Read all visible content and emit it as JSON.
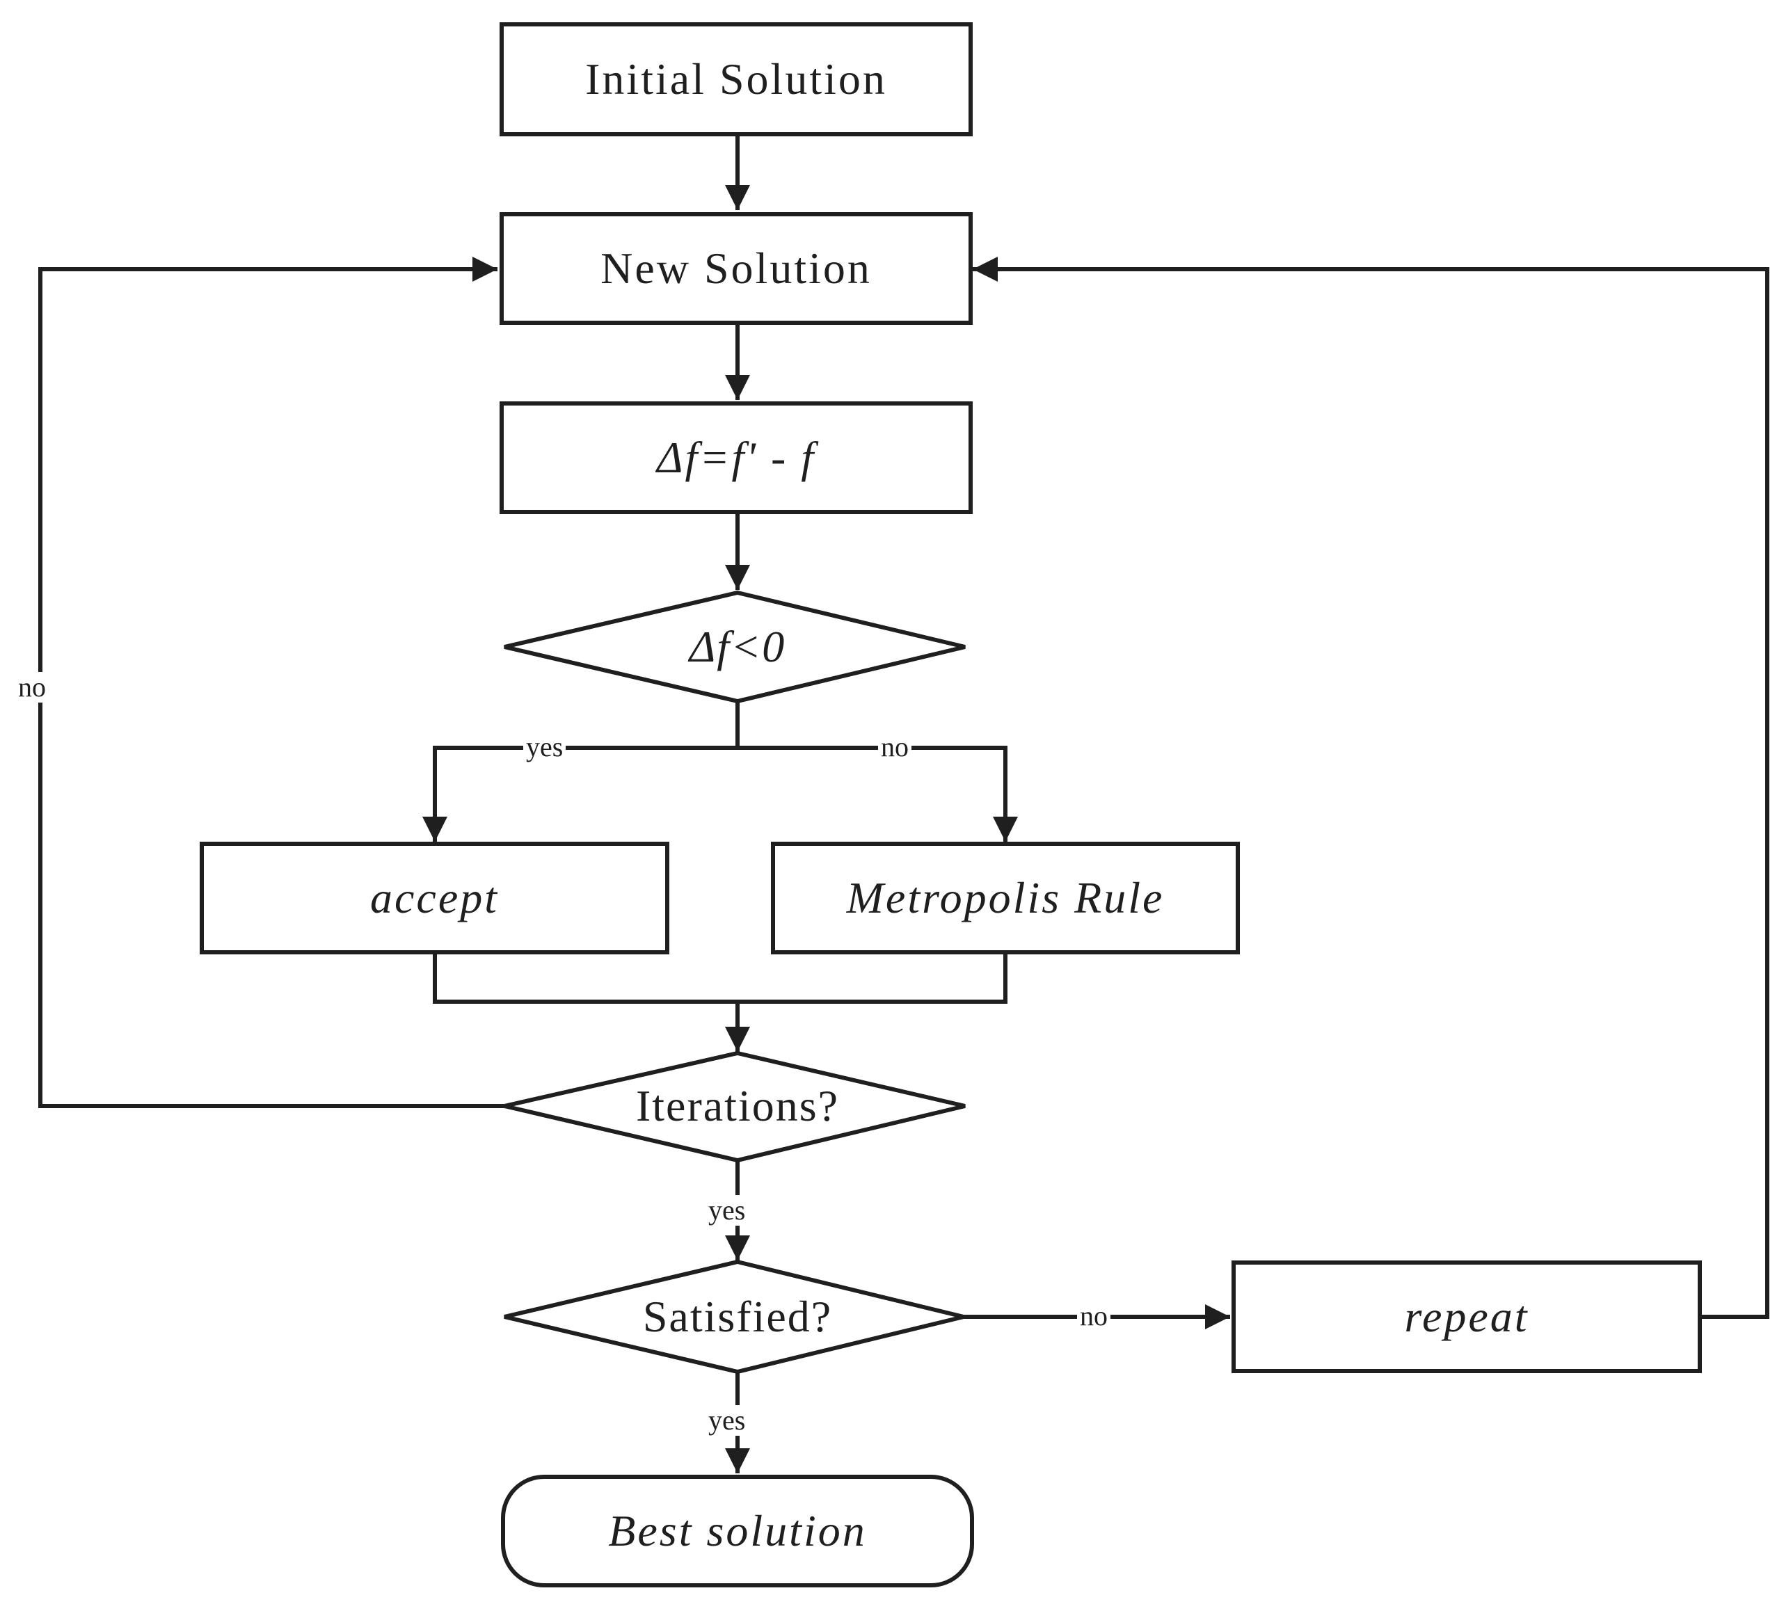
{
  "nodes": {
    "initial": "Initial Solution",
    "new_solution": "New Solution",
    "delta": "Δf=f' - f",
    "decision_delta": "Δf<0",
    "accept": "accept",
    "metropolis": "Metropolis Rule",
    "iterations": "Iterations?",
    "satisfied": "Satisfied?",
    "repeat": "repeat",
    "best": "Best solution"
  },
  "edge_labels": {
    "delta_yes": "yes",
    "delta_no": "no",
    "iterations_no": "no",
    "iterations_yes": "yes",
    "satisfied_no": "no",
    "satisfied_yes": "yes"
  },
  "colors": {
    "line": "#1f1f1f",
    "background": "#ffffff"
  }
}
